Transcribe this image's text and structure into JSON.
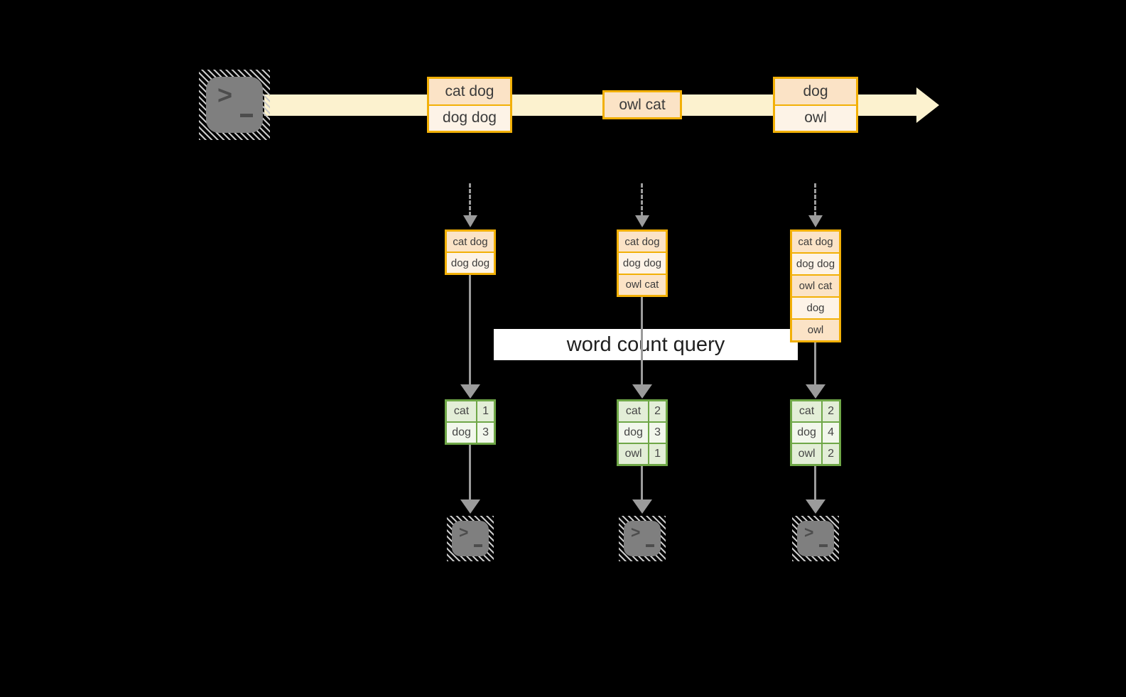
{
  "query_label": "word count query",
  "stream": {
    "source_icon": "terminal-icon",
    "events": [
      {
        "rows": [
          "cat dog",
          "dog dog"
        ]
      },
      {
        "rows": [
          "owl cat"
        ]
      },
      {
        "rows": [
          "dog",
          "owl"
        ]
      }
    ]
  },
  "columns": [
    {
      "state_rows": [
        "cat dog",
        "dog dog"
      ],
      "counts": [
        {
          "word": "cat",
          "count": "1"
        },
        {
          "word": "dog",
          "count": "3"
        }
      ],
      "sink_icon": "terminal-icon"
    },
    {
      "state_rows": [
        "cat dog",
        "dog dog",
        "owl cat"
      ],
      "counts": [
        {
          "word": "cat",
          "count": "2"
        },
        {
          "word": "dog",
          "count": "3"
        },
        {
          "word": "owl",
          "count": "1"
        }
      ],
      "sink_icon": "terminal-icon"
    },
    {
      "state_rows": [
        "cat dog",
        "dog dog",
        "owl cat",
        "dog",
        "owl"
      ],
      "counts": [
        {
          "word": "cat",
          "count": "2"
        },
        {
          "word": "dog",
          "count": "4"
        },
        {
          "word": "owl",
          "count": "2"
        }
      ],
      "sink_icon": "terminal-icon"
    }
  ],
  "glyphs": {
    "prompt": ">"
  },
  "colors": {
    "background": "#000000",
    "stream_band": "#fcf2cf",
    "orange_border": "#f2b007",
    "orange_fill_dark": "#fbe3c6",
    "orange_fill_light": "#fdf3e7",
    "green_border": "#6fa747",
    "green_fill_dark": "#e3eed7",
    "green_fill_light": "#f2f7ec",
    "connector_gray": "#9b9b9b",
    "terminal_gray": "#7f7f7f",
    "query_band_bg": "#ffffff"
  }
}
